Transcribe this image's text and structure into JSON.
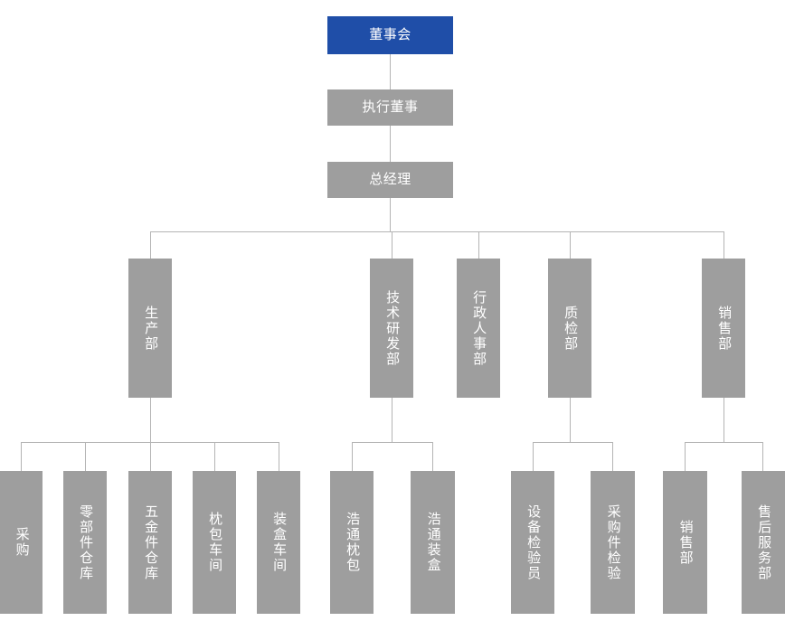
{
  "chart": {
    "title_node": {
      "label": "董事会",
      "color": "#1f4ea8"
    },
    "box_color": "#9e9e9e",
    "line_color": "#b4b4b4",
    "text_color": "#ffffff",
    "level1": [
      {
        "label": "执行董事"
      },
      {
        "label": "总经理"
      }
    ],
    "departments": [
      {
        "label": "生产部"
      },
      {
        "label": "技术研发部"
      },
      {
        "label": "行政人事部"
      },
      {
        "label": "质检部"
      },
      {
        "label": "销售部"
      }
    ],
    "units": [
      {
        "label": "采购",
        "parent": "生产部"
      },
      {
        "label": "零部件仓库",
        "parent": "生产部"
      },
      {
        "label": "五金件仓库",
        "parent": "生产部"
      },
      {
        "label": "枕包车间",
        "parent": "生产部"
      },
      {
        "label": "装盒车间",
        "parent": "生产部"
      },
      {
        "label": "浩通枕包",
        "parent": "技术研发部"
      },
      {
        "label": "浩通装盒",
        "parent": "技术研发部"
      },
      {
        "label": "设备检验员",
        "parent": "质检部"
      },
      {
        "label": "采购件检验",
        "parent": "质检部"
      },
      {
        "label": "销售部",
        "parent": "销售部"
      },
      {
        "label": "售后服务部",
        "parent": "销售部"
      }
    ]
  }
}
